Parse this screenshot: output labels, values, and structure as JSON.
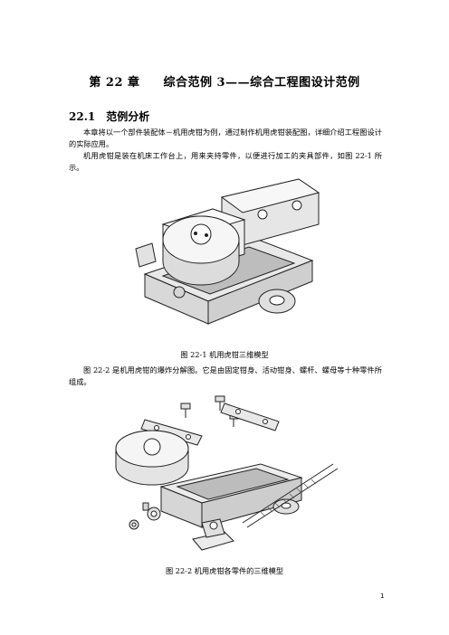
{
  "chapter": {
    "number": "第 22 章",
    "title": "综合范例 3——综合工程图设计范例"
  },
  "section": {
    "number": "22.1",
    "title": "范例分析"
  },
  "paragraphs": [
    "本章将以一个部件装配体－机用虎钳为例，通过制作机用虎钳装配图，详细介绍工程图设计的实际应用。",
    "机用虎钳是装在机床工作台上，用来夹持零件，以便进行加工的夹具部件，如图 22-1 所示。",
    "图 22-2 是机用虎钳的爆炸分解图。它是由固定钳身、活动钳身、螺杆、螺母等十种零件所组成。"
  ],
  "figures": [
    {
      "caption": "图 22-1    机用虎钳三维模型"
    },
    {
      "caption": "图 22-2    机用虎钳各零件的三维模型"
    }
  ],
  "page_number": "1"
}
